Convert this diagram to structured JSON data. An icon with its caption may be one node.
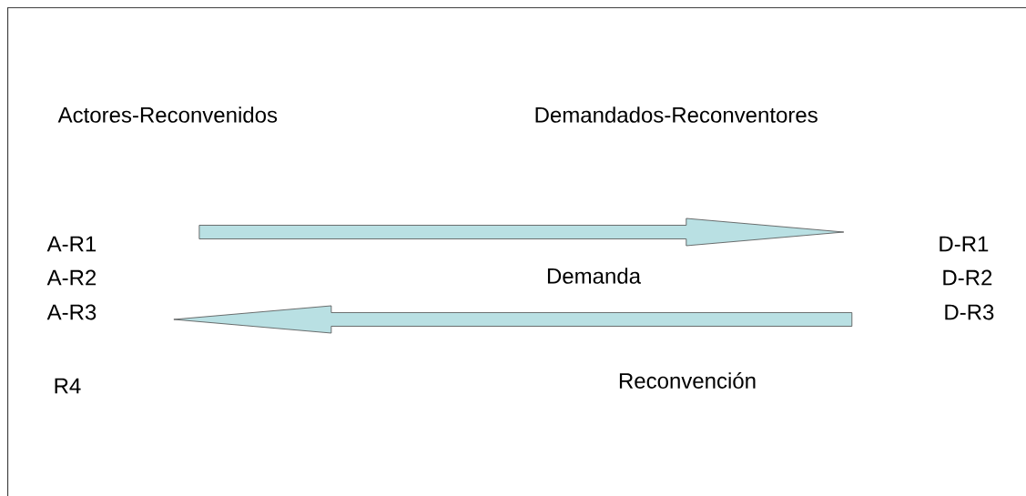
{
  "diagram": {
    "nodes": [
      {
        "text": [
          "Actores-Reconvenidos"
        ]
      },
      {
        "text": [
          "Demandados-Reconventores"
        ]
      },
      {
        "text": [
          "A-R1"
        ]
      },
      {
        "text": [
          "A-R2"
        ]
      },
      {
        "text": [
          "A-R3"
        ]
      },
      {
        "text": [
          "R4"
        ]
      },
      {
        "text": [
          "D-R1"
        ]
      },
      {
        "text": [
          "D-R2"
        ]
      },
      {
        "text": [
          "D-R3"
        ]
      }
    ],
    "edges": [
      {
        "from": 2,
        "to": 6,
        "arrow": "to"
      },
      {
        "from": 8,
        "to": 4,
        "arrow": "to"
      }
    ],
    "labels": [
      "Demanda",
      "Reconvención"
    ]
  }
}
